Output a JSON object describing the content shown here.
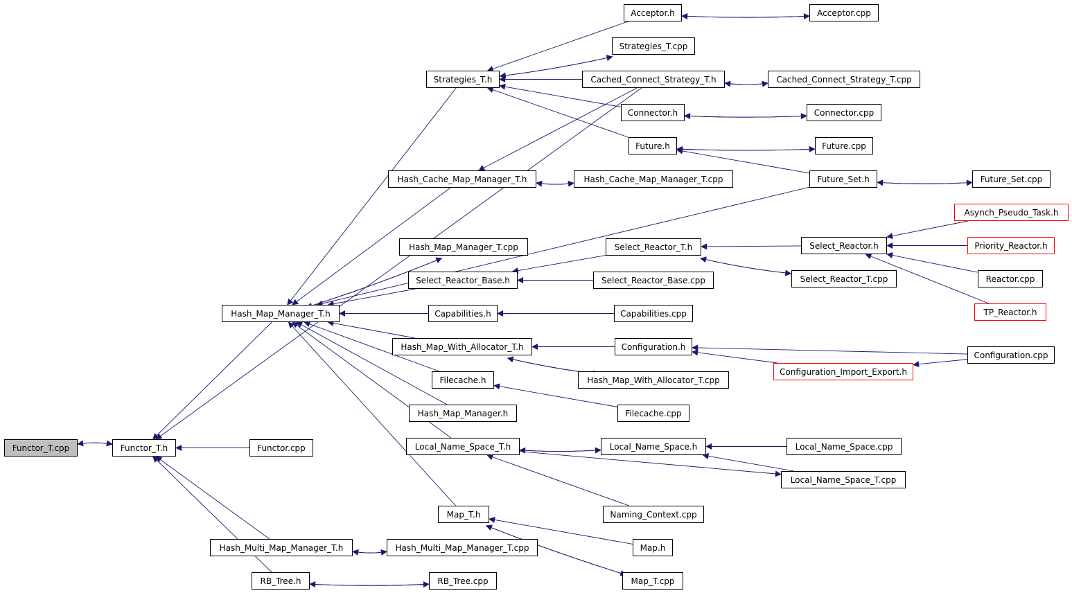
{
  "colors": {
    "edge": "#191970",
    "box_border": "#000000",
    "red_border": "#ff0000",
    "root_fill": "#bfbfbf"
  },
  "nodes": {
    "functor_t_cpp": "Functor_T.cpp",
    "functor_t_h": "Functor_T.h",
    "functor_cpp": "Functor.cpp",
    "hash_map_manager_t_h": "Hash_Map_Manager_T.h",
    "hash_multi_map_manager_t_h": "Hash_Multi_Map_Manager_T.h",
    "hash_multi_map_manager_t_cpp": "Hash_Multi_Map_Manager_T.cpp",
    "rb_tree_h": "RB_Tree.h",
    "rb_tree_cpp": "RB_Tree.cpp",
    "strategies_t_h": "Strategies_T.h",
    "hash_cache_map_manager_t_h": "Hash_Cache_Map_Manager_T.h",
    "hash_map_manager_t_cpp": "Hash_Map_Manager_T.cpp",
    "select_reactor_base_h": "Select_Reactor_Base.h",
    "capabilities_h": "Capabilities.h",
    "hash_map_with_allocator_t_h": "Hash_Map_With_Allocator_T.h",
    "filecache_h": "Filecache.h",
    "hash_map_manager_h": "Hash_Map_Manager.h",
    "local_name_space_t_h": "Local_Name_Space_T.h",
    "map_t_h": "Map_T.h",
    "acceptor_h": "Acceptor.h",
    "strategies_t_cpp": "Strategies_T.cpp",
    "cached_connect_strategy_t_h": "Cached_Connect_Strategy_T.h",
    "connector_h": "Connector.h",
    "future_h": "Future.h",
    "hash_cache_map_manager_t_cpp": "Hash_Cache_Map_Manager_T.cpp",
    "select_reactor_t_h": "Select_Reactor_T.h",
    "select_reactor_base_cpp": "Select_Reactor_Base.cpp",
    "capabilities_cpp": "Capabilities.cpp",
    "configuration_h": "Configuration.h",
    "hash_map_with_allocator_t_cpp": "Hash_Map_With_Allocator_T.cpp",
    "filecache_cpp": "Filecache.cpp",
    "local_name_space_h": "Local_Name_Space.h",
    "naming_context_cpp": "Naming_Context.cpp",
    "map_h": "Map.h",
    "map_t_cpp": "Map_T.cpp",
    "acceptor_cpp": "Acceptor.cpp",
    "cached_connect_strategy_t_cpp": "Cached_Connect_Strategy_T.cpp",
    "connector_cpp": "Connector.cpp",
    "future_cpp": "Future.cpp",
    "future_set_h": "Future_Set.h",
    "select_reactor_h": "Select_Reactor.h",
    "select_reactor_t_cpp": "Select_Reactor_T.cpp",
    "configuration_import_export_h": "Configuration_Import_Export.h",
    "local_name_space_cpp": "Local_Name_Space.cpp",
    "local_name_space_t_cpp": "Local_Name_Space_T.cpp",
    "future_set_cpp": "Future_Set.cpp",
    "asynch_pseudo_task_h": "Asynch_Pseudo_Task.h",
    "priority_reactor_h": "Priority_Reactor.h",
    "reactor_cpp": "Reactor.cpp",
    "tp_reactor_h": "TP_Reactor.h",
    "configuration_cpp": "Configuration.cpp"
  },
  "edges": [
    [
      "functor_t_h",
      "functor_t_cpp"
    ],
    [
      "functor_t_cpp",
      "functor_t_h"
    ],
    [
      "functor_cpp",
      "functor_t_h"
    ],
    [
      "hash_map_manager_t_h",
      "functor_t_h"
    ],
    [
      "hash_multi_map_manager_t_h",
      "functor_t_h"
    ],
    [
      "rb_tree_h",
      "functor_t_h"
    ],
    [
      "cached_connect_strategy_t_h",
      "functor_t_h"
    ],
    [
      "hash_multi_map_manager_t_h",
      "hash_multi_map_manager_t_cpp"
    ],
    [
      "hash_multi_map_manager_t_cpp",
      "hash_multi_map_manager_t_h"
    ],
    [
      "rb_tree_h",
      "rb_tree_cpp"
    ],
    [
      "rb_tree_cpp",
      "rb_tree_h"
    ],
    [
      "strategies_t_h",
      "hash_map_manager_t_h"
    ],
    [
      "hash_cache_map_manager_t_h",
      "hash_map_manager_t_h"
    ],
    [
      "hash_map_manager_t_cpp",
      "hash_map_manager_t_h"
    ],
    [
      "select_reactor_base_h",
      "hash_map_manager_t_h"
    ],
    [
      "capabilities_h",
      "hash_map_manager_t_h"
    ],
    [
      "hash_map_with_allocator_t_h",
      "hash_map_manager_t_h"
    ],
    [
      "filecache_h",
      "hash_map_manager_t_h"
    ],
    [
      "hash_map_manager_h",
      "hash_map_manager_t_h"
    ],
    [
      "local_name_space_t_h",
      "hash_map_manager_t_h"
    ],
    [
      "map_t_h",
      "hash_map_manager_t_h"
    ],
    [
      "future_set_h",
      "hash_map_manager_t_h"
    ],
    [
      "hash_map_manager_t_h",
      "hash_map_manager_t_cpp"
    ],
    [
      "acceptor_h",
      "strategies_t_h"
    ],
    [
      "strategies_t_h",
      "strategies_t_cpp"
    ],
    [
      "strategies_t_cpp",
      "strategies_t_h"
    ],
    [
      "cached_connect_strategy_t_h",
      "strategies_t_h"
    ],
    [
      "connector_h",
      "strategies_t_h"
    ],
    [
      "future_h",
      "strategies_t_h"
    ],
    [
      "acceptor_h",
      "acceptor_cpp"
    ],
    [
      "acceptor_cpp",
      "acceptor_h"
    ],
    [
      "cached_connect_strategy_t_h",
      "cached_connect_strategy_t_cpp"
    ],
    [
      "cached_connect_strategy_t_cpp",
      "cached_connect_strategy_t_h"
    ],
    [
      "connector_h",
      "connector_cpp"
    ],
    [
      "connector_cpp",
      "connector_h"
    ],
    [
      "future_h",
      "future_cpp"
    ],
    [
      "future_cpp",
      "future_h"
    ],
    [
      "future_set_h",
      "future_h"
    ],
    [
      "future_set_h",
      "future_set_cpp"
    ],
    [
      "future_set_cpp",
      "future_set_h"
    ],
    [
      "cached_connect_strategy_t_h",
      "hash_cache_map_manager_t_h"
    ],
    [
      "hash_cache_map_manager_t_h",
      "hash_cache_map_manager_t_cpp"
    ],
    [
      "hash_cache_map_manager_t_cpp",
      "hash_cache_map_manager_t_h"
    ],
    [
      "select_reactor_t_h",
      "select_reactor_base_h"
    ],
    [
      "select_reactor_base_cpp",
      "select_reactor_base_h"
    ],
    [
      "select_reactor_h",
      "select_reactor_t_h"
    ],
    [
      "select_reactor_t_h",
      "select_reactor_t_cpp"
    ],
    [
      "select_reactor_t_cpp",
      "select_reactor_t_h"
    ],
    [
      "asynch_pseudo_task_h",
      "select_reactor_h"
    ],
    [
      "priority_reactor_h",
      "select_reactor_h"
    ],
    [
      "reactor_cpp",
      "select_reactor_h"
    ],
    [
      "tp_reactor_h",
      "select_reactor_h"
    ],
    [
      "capabilities_cpp",
      "capabilities_h"
    ],
    [
      "configuration_h",
      "hash_map_with_allocator_t_h"
    ],
    [
      "hash_map_with_allocator_t_h",
      "hash_map_with_allocator_t_cpp"
    ],
    [
      "hash_map_with_allocator_t_cpp",
      "hash_map_with_allocator_t_h"
    ],
    [
      "configuration_cpp",
      "configuration_h"
    ],
    [
      "configuration_import_export_h",
      "configuration_h"
    ],
    [
      "configuration_cpp",
      "configuration_import_export_h"
    ],
    [
      "filecache_cpp",
      "filecache_h"
    ],
    [
      "local_name_space_t_h",
      "local_name_space_h"
    ],
    [
      "local_name_space_h",
      "local_name_space_t_h"
    ],
    [
      "local_name_space_cpp",
      "local_name_space_h"
    ],
    [
      "local_name_space_t_cpp",
      "local_name_space_h"
    ],
    [
      "local_name_space_t_h",
      "local_name_space_t_cpp"
    ],
    [
      "naming_context_cpp",
      "local_name_space_t_h"
    ],
    [
      "map_t_cpp",
      "map_t_h"
    ],
    [
      "map_h",
      "map_t_h"
    ],
    [
      "map_t_h",
      "map_t_cpp"
    ]
  ]
}
